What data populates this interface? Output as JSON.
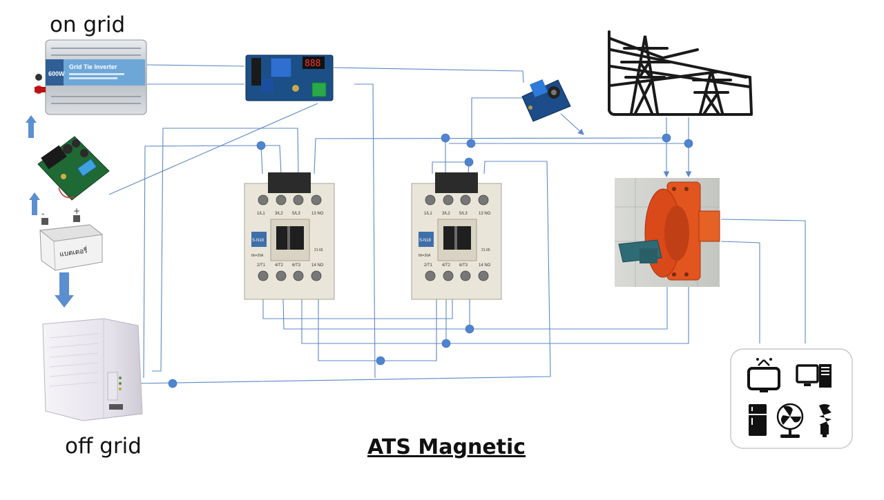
{
  "labels": {
    "on_grid": "on grid",
    "off_grid": "off grid",
    "title": "ATS Magnetic"
  },
  "inverter": {
    "power": "600W",
    "name": "Grid Tie Inverter"
  },
  "battery": {
    "text": "แบตเตอรี่",
    "minus": "-",
    "plus": "+"
  },
  "relay_module": {
    "display": "888"
  },
  "contactor": {
    "terminals_top": [
      "1/L1",
      "3/L2",
      "5/L3",
      "13 NO"
    ],
    "terminals_bottom": [
      "2/T1",
      "4/T2",
      "6/T3",
      "14 NO"
    ],
    "model": "S-N18",
    "rating": "Ith=20A",
    "code": "21.65"
  },
  "colors": {
    "wire": "#5b87c5",
    "node": "#4f84d0",
    "arrow": "#5b8fd0",
    "switch_orange": "#e2551f",
    "switch_handle": "#2f6b74",
    "contactor_body": "#e9e5d8"
  },
  "loads": {
    "icons": [
      "tv-icon",
      "computer-icon",
      "refrigerator-icon",
      "fan-icon",
      "light-bulb-icon"
    ]
  }
}
